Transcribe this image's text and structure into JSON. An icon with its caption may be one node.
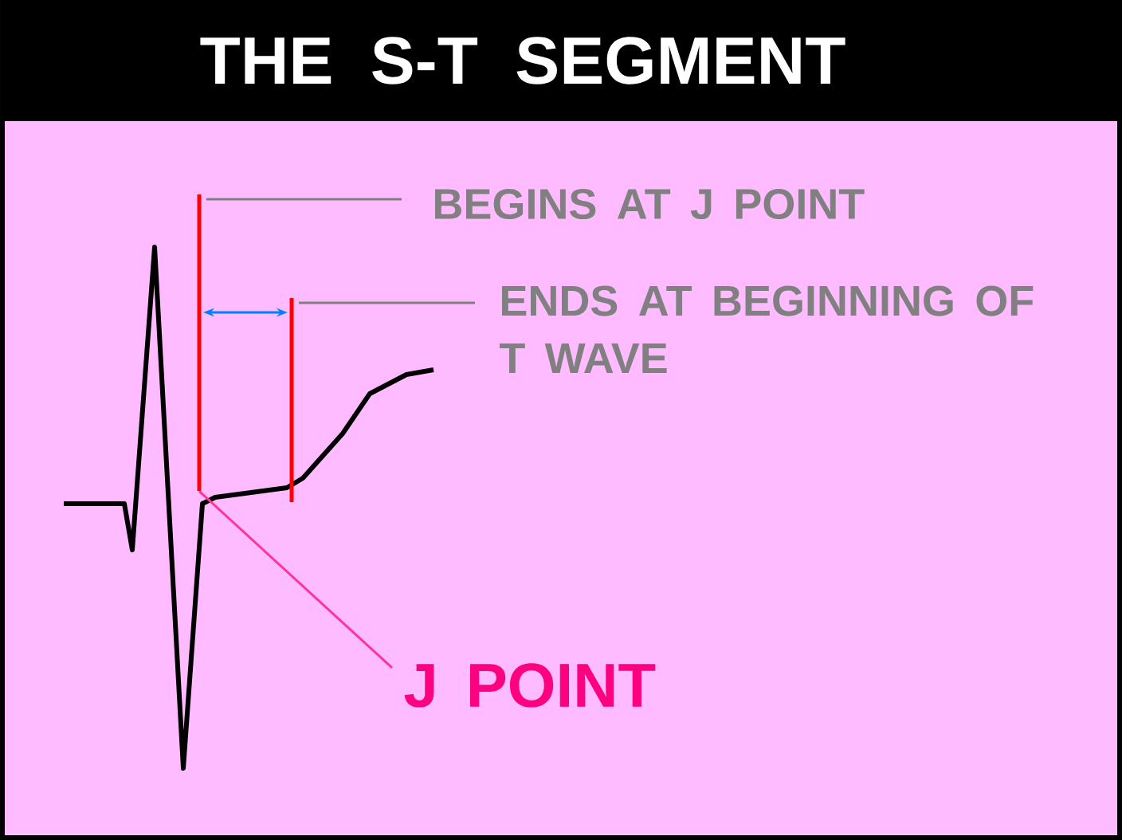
{
  "diagram": {
    "title": "THE S-T SEGMENT",
    "nodes": [
      {
        "text": [
          "BEGINS AT J POINT"
        ]
      },
      {
        "text": [],
        "shape": "bar"
      },
      {
        "text": [
          "ENDS AT BEGINNING OF T WAVE"
        ]
      },
      {
        "text": [],
        "shape": "bar"
      },
      {
        "text": [
          "J POINT"
        ]
      }
    ],
    "edges": [
      {
        "from": 0,
        "to": 1,
        "arrow": "none"
      },
      {
        "from": 2,
        "to": 3,
        "arrow": "none"
      },
      {
        "from": 4,
        "to": 1,
        "arrow": "none",
        "color": "#ff3399"
      },
      {
        "from": 1,
        "to": 3,
        "arrow": "both",
        "color": "#0080ff"
      }
    ]
  }
}
